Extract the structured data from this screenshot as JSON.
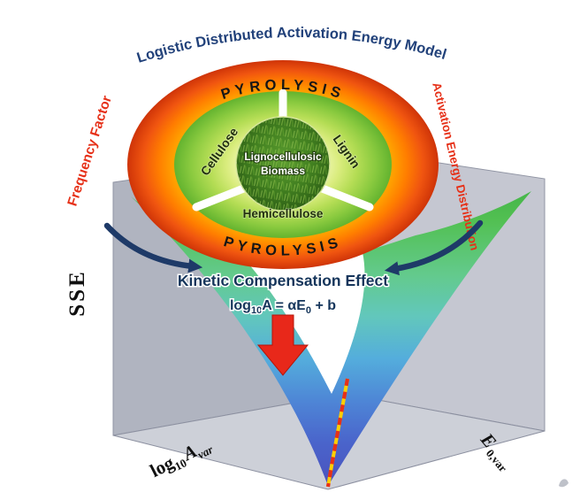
{
  "figure": {
    "arc_title": "Logistic Distributed Activation Energy Model",
    "ring": {
      "top": "PYROLYSIS",
      "bottom": "PYROLYSIS"
    },
    "side_labels": {
      "left": "Frequency Factor",
      "right": "Activation Energy Distribution"
    },
    "pie": {
      "left": "Cellulose",
      "right": "Lignin",
      "bottom": "Hemicellulose",
      "center_line1": "Lignocellulosic",
      "center_line2": "Biomass"
    },
    "kce": {
      "title": "Kinetic Compensation Effect",
      "eq_p1": "log",
      "eq_sub1": "10",
      "eq_p2": "A = αE",
      "eq_sub2": "0",
      "eq_p3": " + b"
    },
    "axes": {
      "z": "SSE",
      "x_p1": "log",
      "x_sub1": "10",
      "x_p2": "A",
      "x_sub2": "var",
      "y_p1": "E",
      "y_sub1": "0,var"
    },
    "colors": {
      "title_blue": "#21417a",
      "kce_blue": "#15355b",
      "label_red": "#e63119",
      "ring_orange": "#ff7d00",
      "ring_red": "#cf3408",
      "pie_green": "#8aca3f",
      "surface_green": "#45b549",
      "surface_blue": "#4950bc",
      "wall_gray": "#b4b8c4",
      "arrow_red": "#e8281a",
      "arrow_navy": "#1e3a68"
    }
  }
}
